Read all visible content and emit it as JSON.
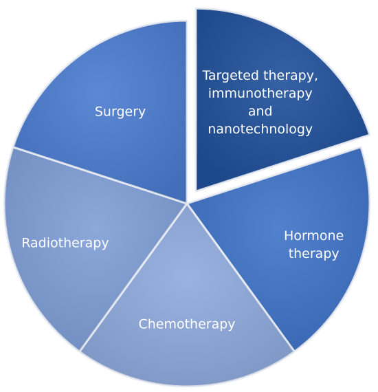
{
  "chart_data": {
    "type": "pie",
    "title": "",
    "slices": [
      {
        "label": "Targeted therapy, immunotherapy and nanotechnology",
        "lines": [
          "Targeted therapy,",
          "immunotherapy",
          "and",
          "nanotechnology"
        ],
        "value": 20,
        "exploded": true,
        "color": "#1f4f99"
      },
      {
        "label": "Hormone therapy",
        "lines": [
          "Hormone",
          "therapy"
        ],
        "value": 20,
        "exploded": false,
        "color": "#3f73c7"
      },
      {
        "label": "Chemotherapy",
        "lines": [
          "Chemotherapy"
        ],
        "value": 20,
        "exploded": false,
        "color": "#8ea9dc"
      },
      {
        "label": "Radiotherapy",
        "lines": [
          "Radiotherapy"
        ],
        "value": 20,
        "exploded": false,
        "color": "#7f9ed6"
      },
      {
        "label": "Surgery",
        "lines": [
          "Surgery"
        ],
        "value": 20,
        "exploded": false,
        "color": "#4a7bcf"
      }
    ]
  }
}
